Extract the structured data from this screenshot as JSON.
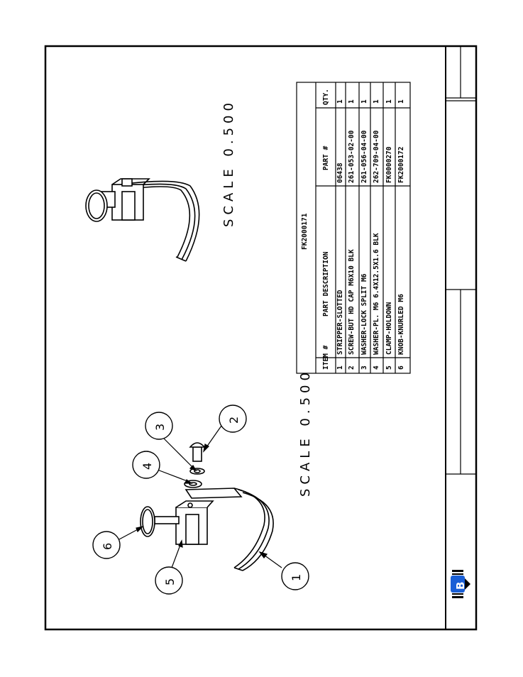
{
  "drawing": {
    "scale_label": "SCALE  0.500",
    "bom_title": "FK2000171",
    "bom_headers": {
      "item": "ITEM #",
      "description": "PART DESCRIPTION",
      "part": "PART #",
      "qty": "QTY."
    },
    "bom_rows": [
      {
        "item": "1",
        "description": "STRIPPER-SLOTTED",
        "part": "06438",
        "qty": "1"
      },
      {
        "item": "2",
        "description": "SCREW-BUT HD CAP M6X10 BLK",
        "part": "261-053-02-00",
        "qty": "1"
      },
      {
        "item": "3",
        "description": "WASHER-LOCK SPLIT M6",
        "part": "261-056-04-00",
        "qty": "1"
      },
      {
        "item": "4",
        "description": "WASHER-PL. M6 6.4X12.5X1.6 BLK",
        "part": "262-709-04-00",
        "qty": "1"
      },
      {
        "item": "5",
        "description": "CLAMP-HOLDOWN",
        "part": "FK0000270",
        "qty": "1"
      },
      {
        "item": "6",
        "description": "KNOB-KNURLED M6",
        "part": "FK2000172",
        "qty": "1"
      }
    ],
    "balloons": [
      "1",
      "2",
      "3",
      "4",
      "5",
      "6"
    ],
    "logo_letter": "B",
    "colors": {
      "logo": "#1a5fd6",
      "line": "#000000"
    }
  }
}
